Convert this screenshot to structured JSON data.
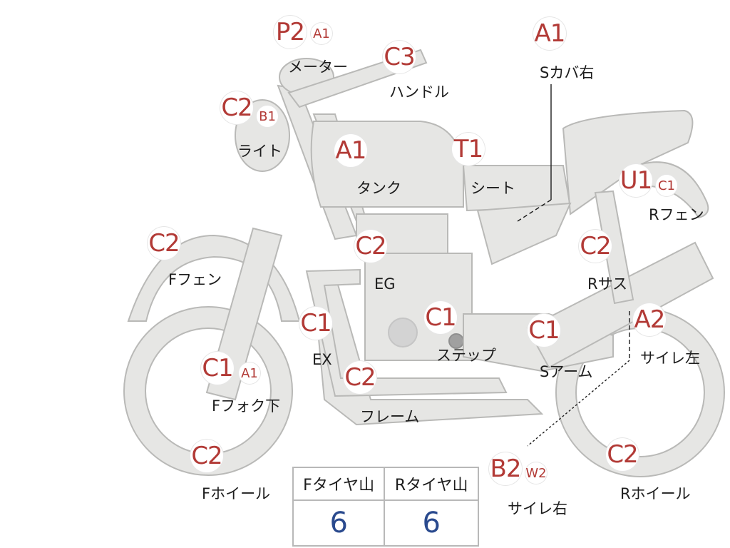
{
  "parts": [
    {
      "id": "meter",
      "code": "P2",
      "sub": "A1",
      "label": "メーター"
    },
    {
      "id": "handle",
      "code": "C3",
      "sub": "",
      "label": "ハンドル"
    },
    {
      "id": "side-cover-right",
      "code": "A1",
      "sub": "",
      "label": "Sカバ右"
    },
    {
      "id": "light",
      "code": "C2",
      "sub": "B1",
      "label": "ライト"
    },
    {
      "id": "tank",
      "code": "A1",
      "sub": "",
      "label": "タンク"
    },
    {
      "id": "seat",
      "code": "T1",
      "sub": "",
      "label": "シート"
    },
    {
      "id": "rear-fender",
      "code": "U1",
      "sub": "C1",
      "label": "Rフェン"
    },
    {
      "id": "front-fender",
      "code": "C2",
      "sub": "",
      "label": "Fフェン"
    },
    {
      "id": "engine",
      "code": "C2",
      "sub": "",
      "label": "EG"
    },
    {
      "id": "rear-suspension",
      "code": "C2",
      "sub": "",
      "label": "Rサス"
    },
    {
      "id": "exhaust",
      "code": "C1",
      "sub": "",
      "label": "EX"
    },
    {
      "id": "step",
      "code": "C1",
      "sub": "",
      "label": "ステップ"
    },
    {
      "id": "swing-arm",
      "code": "C1",
      "sub": "",
      "label": "Sアーム"
    },
    {
      "id": "silencer-left",
      "code": "A2",
      "sub": "",
      "label": "サイレ左"
    },
    {
      "id": "front-fork-lower",
      "code": "C1",
      "sub": "A1",
      "label": "Fフォク下"
    },
    {
      "id": "frame",
      "code": "C2",
      "sub": "",
      "label": "フレーム"
    },
    {
      "id": "silencer-right",
      "code": "B2",
      "sub": "W2",
      "label": "サイレ右"
    },
    {
      "id": "front-wheel",
      "code": "C2",
      "sub": "",
      "label": "Fホイール"
    },
    {
      "id": "rear-wheel",
      "code": "C2",
      "sub": "",
      "label": "Rホイール"
    }
  ],
  "tyres": {
    "headers": [
      "Fタイヤ山",
      "Rタイヤ山"
    ],
    "values": [
      "6",
      "6"
    ]
  },
  "colors": {
    "body_fill": "#e6e6e4",
    "body_stroke": "#b9b9b7",
    "code_text": "#b23a36",
    "tyre_value": "#2a4a8e"
  }
}
